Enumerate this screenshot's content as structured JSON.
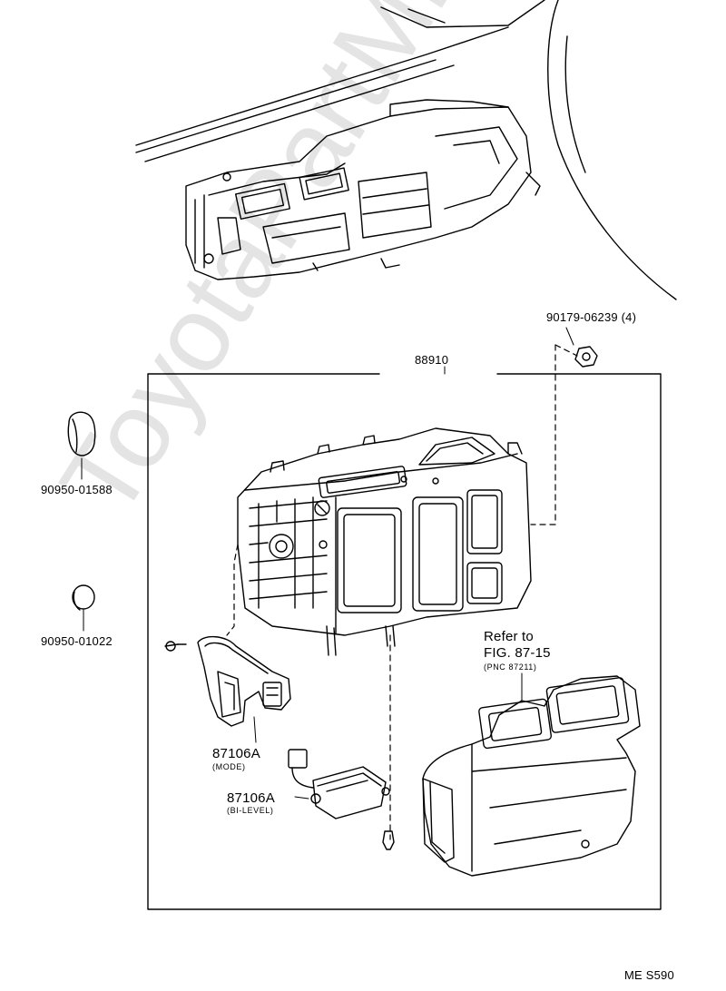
{
  "labels": {
    "assembly": "88910",
    "nut": "90179-06239 (4)",
    "plug_large": "90950-01588",
    "plug_small": "90950-01022",
    "refer_line1": "Refer to",
    "refer_line2": "FIG. 87-15",
    "refer_line3": "(PNC 87211)",
    "servo_mode": "87106A",
    "servo_mode_sub": "(MODE)",
    "servo_bilevel": "87106A",
    "servo_bilevel_sub": "(BI-LEVEL)",
    "page_code": "ME  S590"
  },
  "watermark": "ToyotaPartMine.ru"
}
